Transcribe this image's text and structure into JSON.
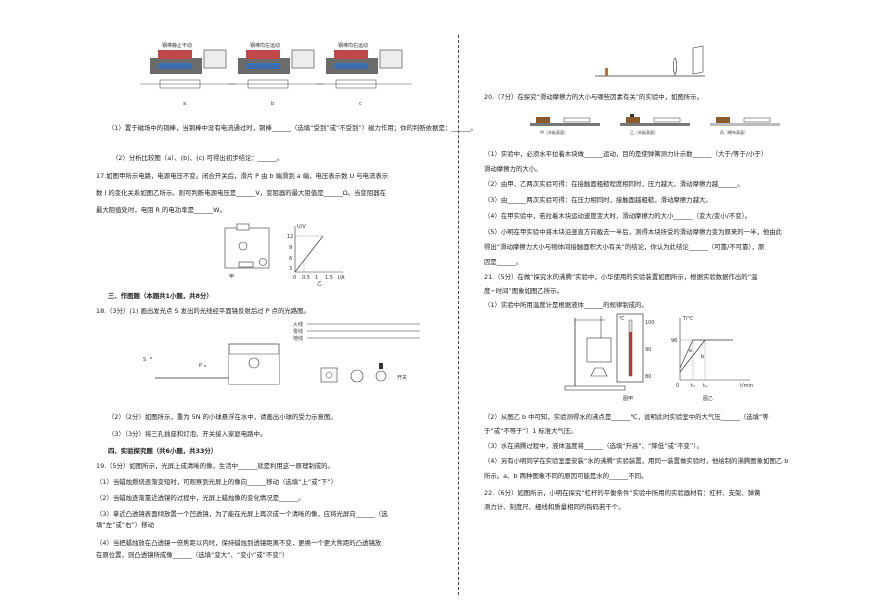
{
  "left": {
    "fig_top_caps": [
      "钢棒静止不动",
      "钢棒向左运动",
      "钢棒向右运动"
    ],
    "fig_top_labels": [
      "a",
      "b",
      "c"
    ],
    "q1": "（1）置于磁场中的铜棒，当铜棒中没有电流通过时，铜棒______（选填“受到”或“不受到”）磁力作用；你的判断依据是：______。",
    "q2": "（2）分析比较图（a）、(b)、(c) 可得出初步结论：______。",
    "q17a": "17.如图甲所示电路，电源电压不变。闭合开关后，滑片 P 由 b 端滑到 a 端，电压表示数 U 与电流表示",
    "q17b": "数 I 的变化关系如图乙所示。则可判断电源电压是______V，变阻器的最大阻值是______Ω。当变阻器在",
    "q17c": "最大阻值处时，电阻 R 的电功率是______W。",
    "fig17": {
      "caption_a": "甲",
      "caption_b": "乙",
      "ylab": "U/V",
      "xlab": "I/A",
      "yticks": [
        "12",
        "9",
        "6",
        "3"
      ],
      "xticks": [
        "0",
        "0.5",
        "1",
        "1.5"
      ]
    },
    "sec3": "三、作图题（本题共1小题，共8分）",
    "q18": "18.（3分）(1) 画出发光点 S 发出的光线经平面镜反射后过 P 点的光路图。",
    "fig18": {
      "s": "S",
      "p": "P",
      "wire1": "火线",
      "wire2": "零线",
      "wire3": "地线",
      "switch": "开关"
    },
    "q18b": "（2）（2分）如图所示，重为 5N 的小球悬浮在水中，请画出小球的受力示意图。",
    "q18c": "（3）（3分）将三孔插座和灯泡、开关接入家庭电路中。",
    "sec4": "四、实验探究题（共6小题，共33分）",
    "q19": "19.（5分）如图所示，光屏上成清晰的像，生活中______就是利用这一原理制成的。",
    "q19_1": "（1）当蜡烛燃烧逐渐变短时，可观察到光屏上的像向______移动（选填“上”或“下”）",
    "q19_2": "（2）当蜡烛逐渐靠近透镜的过程中，光屏上蜡烛像的变化情况是______。",
    "q19_3a": "（3）拿近凸透镜表面倾放置一个凹透镜，为了能在光屏上再次成一个清晰的像，应将光屏向______（选",
    "q19_3b": "填“左”或“右”）移动",
    "q19_4a": "（4）当把蜡烛放在凸透镜一倍焦距以内时，保持蜡烛到透镜距离不变，更换一个更大焦距的凸透镜放",
    "q19_4b": "在原位置，则凸透镜所成像______（选填“变大”、“变小”或“不变”）"
  },
  "right": {
    "q20": "20.（7分）在探究“滑动摩擦力的大小与哪些因素有关”的实验中，如图所示。",
    "fig20_labels": [
      "甲（木板表面）",
      "乙（木板表面）",
      "丙（棉布表面）"
    ],
    "q20_1a": "（1）实验中，必须水平拉着木块做______运动，目的是使弹簧测力计示数______（大于/等于/小于）",
    "q20_1b": "滑动摩擦力的大小。",
    "q20_2": "（2）由甲、乙两次实验可得：在接触面粗糙程度相同时，压力越大，滑动摩擦力越______。",
    "q20_3": "（3）由______两次实验可得：在压力相同时，接触面越粗糙，滑动摩擦力越大。",
    "q20_4": "（4）在甲实验中，若拉着木块运动速度变大时，滑动摩擦力的大小______（变大/变小/不变）。",
    "q20_5a": "（5）小明在甲实验中将木块沿竖直方向截去一半后，测得木块所受的滑动摩擦力变为原来的一半，他由此",
    "q20_5b": "得出“滑动摩擦力大小与物体间接触面积大小有关”的结论，你认为此结论______（可靠/不可靠），原",
    "q20_5c": "因是______。",
    "q21a": "21.（5分）在做“探究水的沸腾”实验中，小华使用的实验装置如图所示，根据实验数据作出的“温",
    "q21b": "度−时间”图象如图乙所示。",
    "q21_1": "（1）实验中所用温度计是根据液体______的规律制成的。",
    "fig21": {
      "unit": "℃",
      "thermo_ticks": [
        "100",
        "90",
        "80"
      ],
      "graph_y": "T/℃",
      "graph_96": "96",
      "a": "a",
      "b": "b",
      "t1": "t₁",
      "t2": "t₂",
      "t_unit": "t/min",
      "zero": "0",
      "cap1": "图甲",
      "cap2": "图乙"
    },
    "q21_2a": "（2）从图乙 b 中可知，实验测得水的沸点是______℃，说明此时实验室中的大气压______（选填“等",
    "q21_2b": "于”或“不等于”）1 标准大气压。",
    "q21_3": "（3）水在沸腾过程中，液体温度将______（选填“升高”、“降低”或“不变”）。",
    "q21_4a": "（4）另有小明同学在实验室里安装“水的沸腾”实验装置，用同一装置做实验时，他绘制的沸腾图象如图乙 b",
    "q21_4b": "所示。a、b 两种图象不同的原因可能是水的______不同。",
    "q22a": "22.（6分）如图所示，小明在探究“杠杆的平衡条件”实验中所用的实验器材有：杠杆、支架、弹簧",
    "q22b": "测力计、刻度尺、细线和质量相同的钩码若干个。"
  }
}
